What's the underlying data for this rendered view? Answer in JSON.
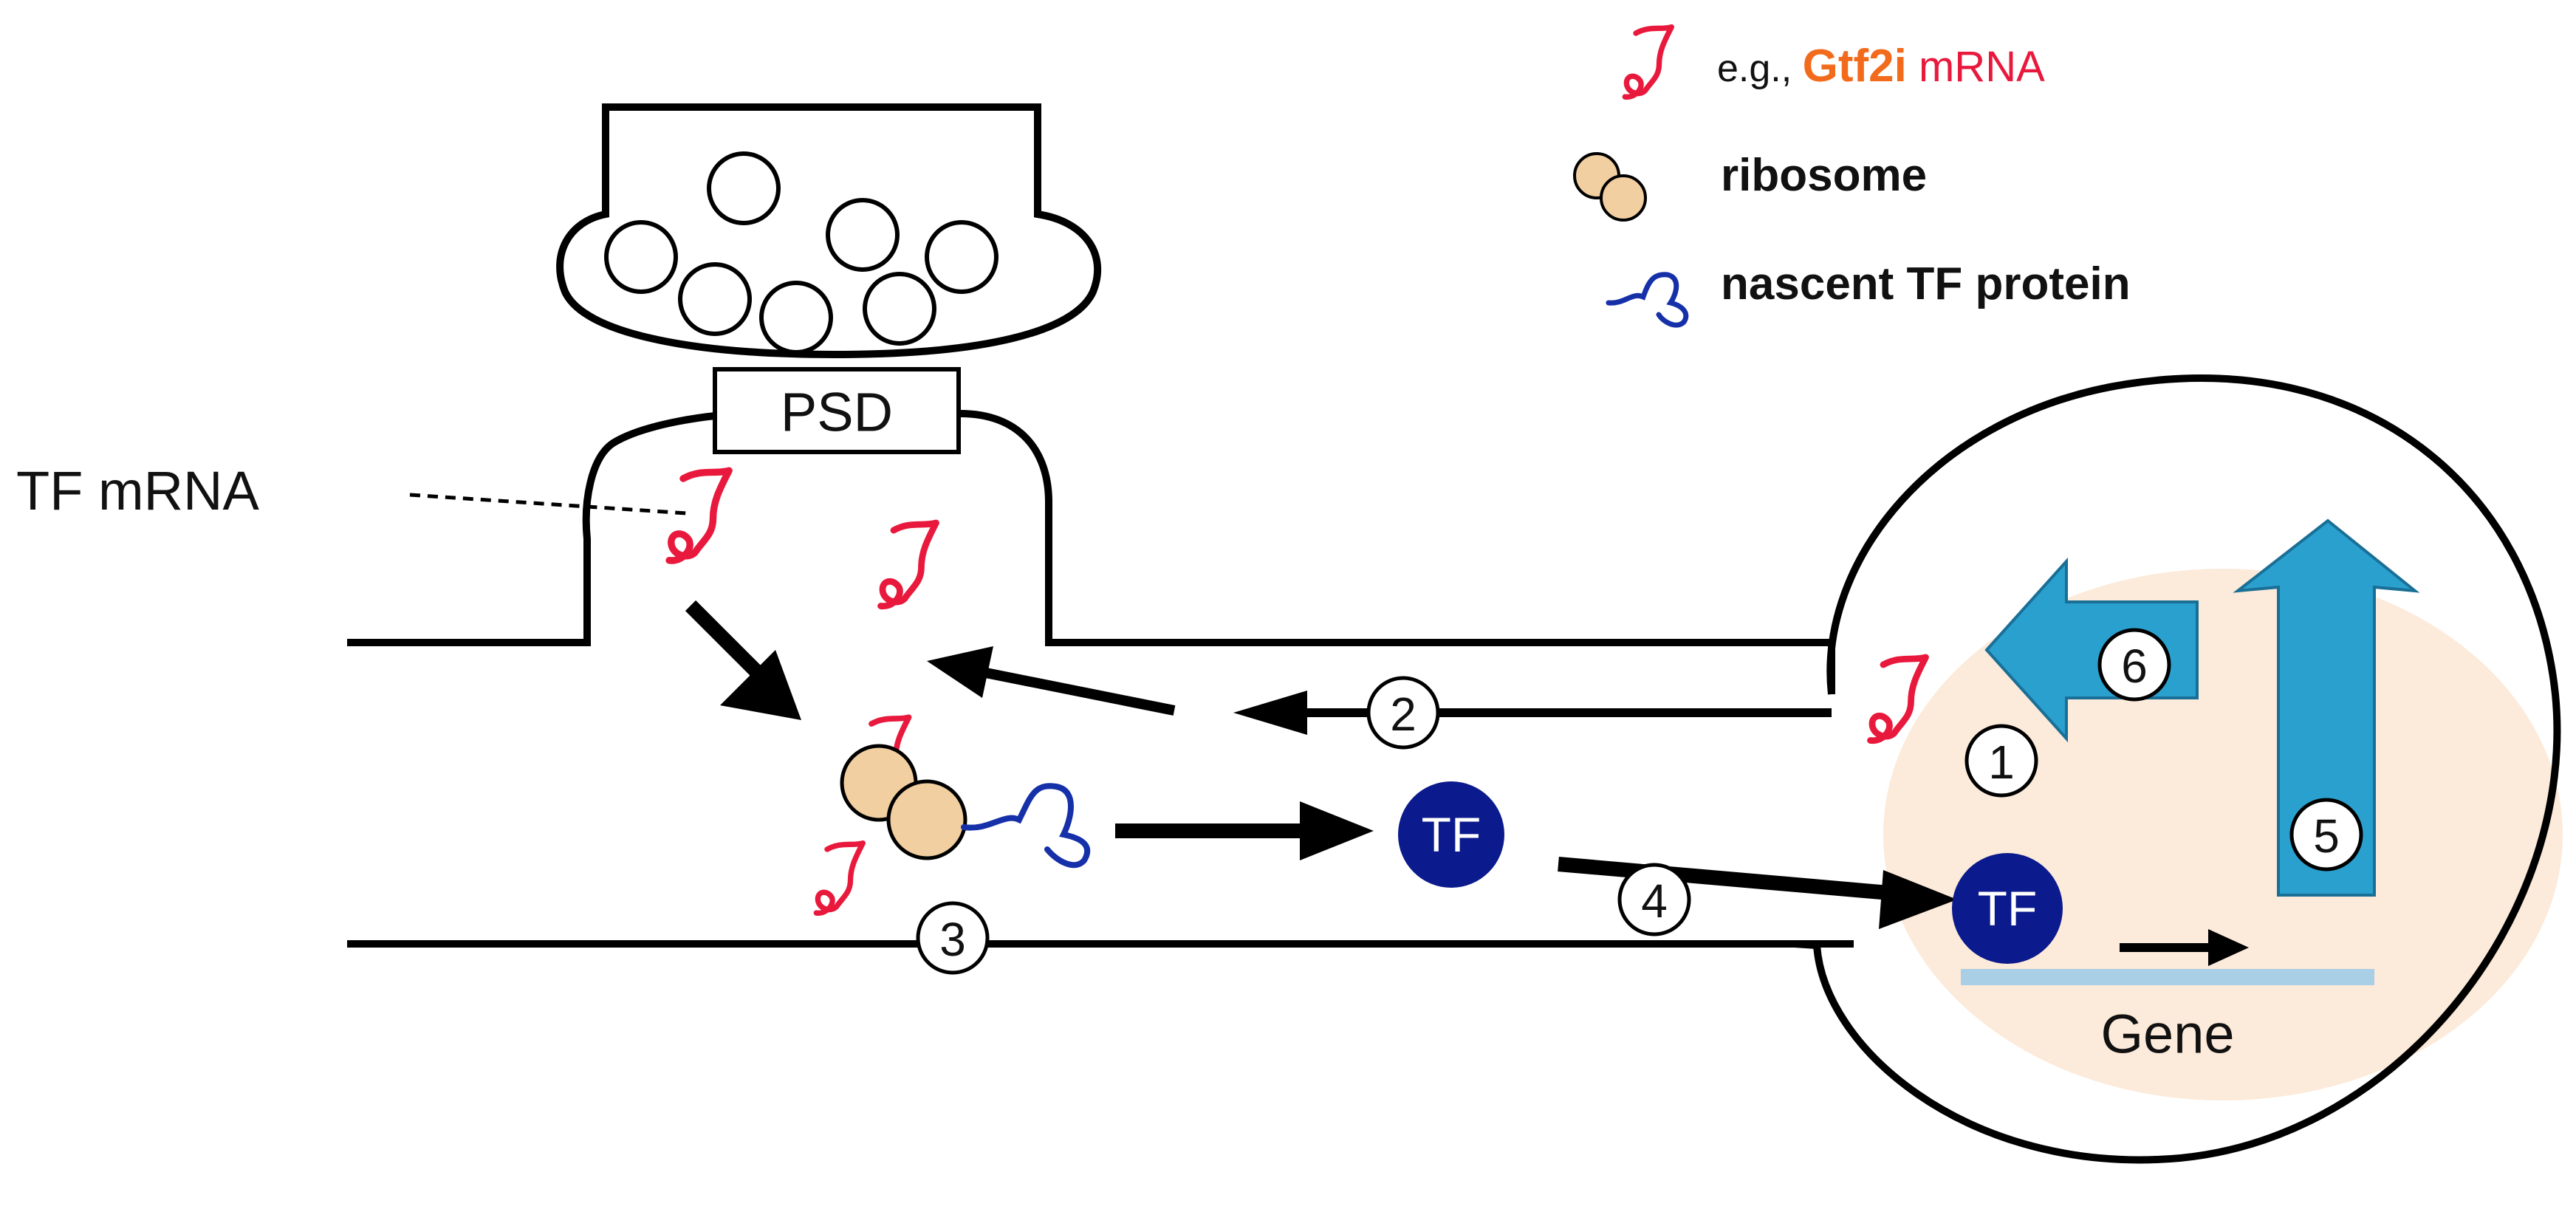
{
  "legend": {
    "mrna_prefix": "e.g., ",
    "mrna_gene": "Gtf2i",
    "mrna_suffix": " mRNA",
    "ribosome": "ribosome",
    "nascent": "nascent TF protein"
  },
  "labels": {
    "psd": "PSD",
    "tf_mrna": "TF mRNA",
    "gene": "Gene",
    "tf_cytoplasm": "TF",
    "tf_nucleus": "TF"
  },
  "steps": [
    "1",
    "2",
    "3",
    "4",
    "5",
    "6"
  ],
  "colors": {
    "mrna": "#e8193c",
    "gene_name": "#f26b1d",
    "ribosome": "#f2cfa0",
    "nascent": "#1530a8",
    "tf": "#0b1a8c",
    "blue_arrow": "#2aa0cf",
    "nucleus_tint": "#fbe6d3",
    "gene_bar": "#a9cfe6"
  }
}
